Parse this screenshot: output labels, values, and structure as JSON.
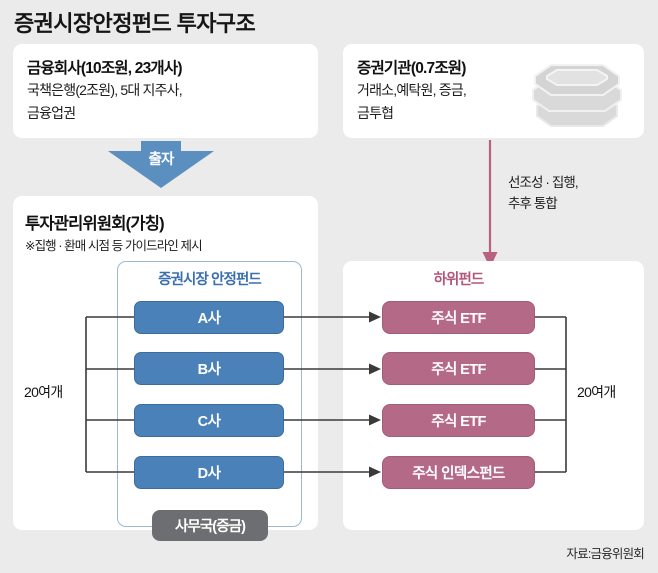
{
  "title": "증권시장안정펀드 투자구조",
  "source": "자료:금융위원회",
  "top_left_box": {
    "heading": "금융회사(10조원, 23개사)",
    "line1": "국책은행(2조원), 5대 지주사,",
    "line2": "금융업권"
  },
  "top_right_box": {
    "heading": "증권기관(0.7조원)",
    "line1": "거래소,예탁원, 증금,",
    "line2": "금투협",
    "icon": "coin-stack-icon"
  },
  "chulja_arrow": {
    "label": "출자",
    "color": "#5a8fc0"
  },
  "pink_connector": {
    "line1": "선조성 · 집행,",
    "line2": "추후 통합",
    "color": "#b8627f"
  },
  "committee_box": {
    "heading": "투자관리위원회(가칭)",
    "note": "※집행 · 환매 시점 등 가이드라인 제시"
  },
  "fund_container": {
    "title": "증권시장 안정펀드",
    "title_color": "#3a70ad",
    "border_color": "#9db8cf",
    "members": [
      {
        "label": "A사"
      },
      {
        "label": "B사"
      },
      {
        "label": "C사"
      },
      {
        "label": "D사"
      }
    ],
    "member_color": "#4a81b8",
    "office": "사무국(증금)",
    "office_color": "#6d6e72",
    "count_label": "20여개"
  },
  "sub_fund_panel": {
    "title": "하위펀드",
    "title_color": "#b05878",
    "funds": [
      {
        "label": "주식 ETF"
      },
      {
        "label": "주식 ETF"
      },
      {
        "label": "주식 ETF"
      },
      {
        "label": "주식 인덱스펀드"
      }
    ],
    "fund_color": "#b46a87",
    "count_label": "20여개"
  }
}
